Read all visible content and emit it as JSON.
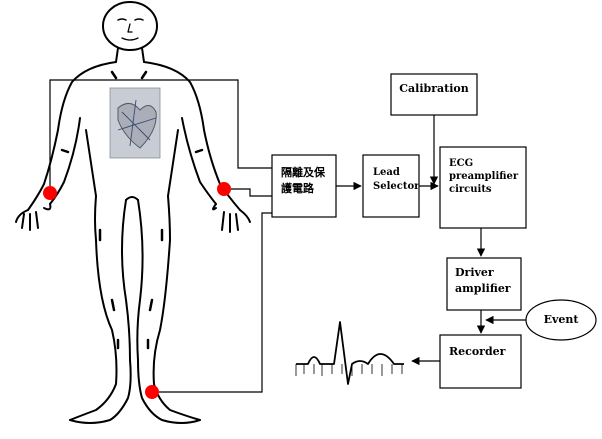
{
  "blocks": {
    "calibration": "Calibration",
    "isolation_line1": "隔離及保",
    "isolation_line2": "護電路",
    "lead_selector_line1": "Lead",
    "lead_selector_line2": "Selector",
    "ecg_line1": "ECG",
    "ecg_line2": "preamplifier",
    "ecg_line3": "circuits",
    "driver_line1": "Driver",
    "driver_line2": "amplifier",
    "event": "Event",
    "recorder": "Recorder"
  },
  "icons": {
    "body": "human-body-outline-icon",
    "heart": "heart-icon",
    "electrode": "electrode-icon",
    "ecg_trace": "ecg-waveform-icon"
  },
  "colors": {
    "electrode": "#ff0000",
    "heart": "#c8ccd4",
    "line": "#000000"
  }
}
